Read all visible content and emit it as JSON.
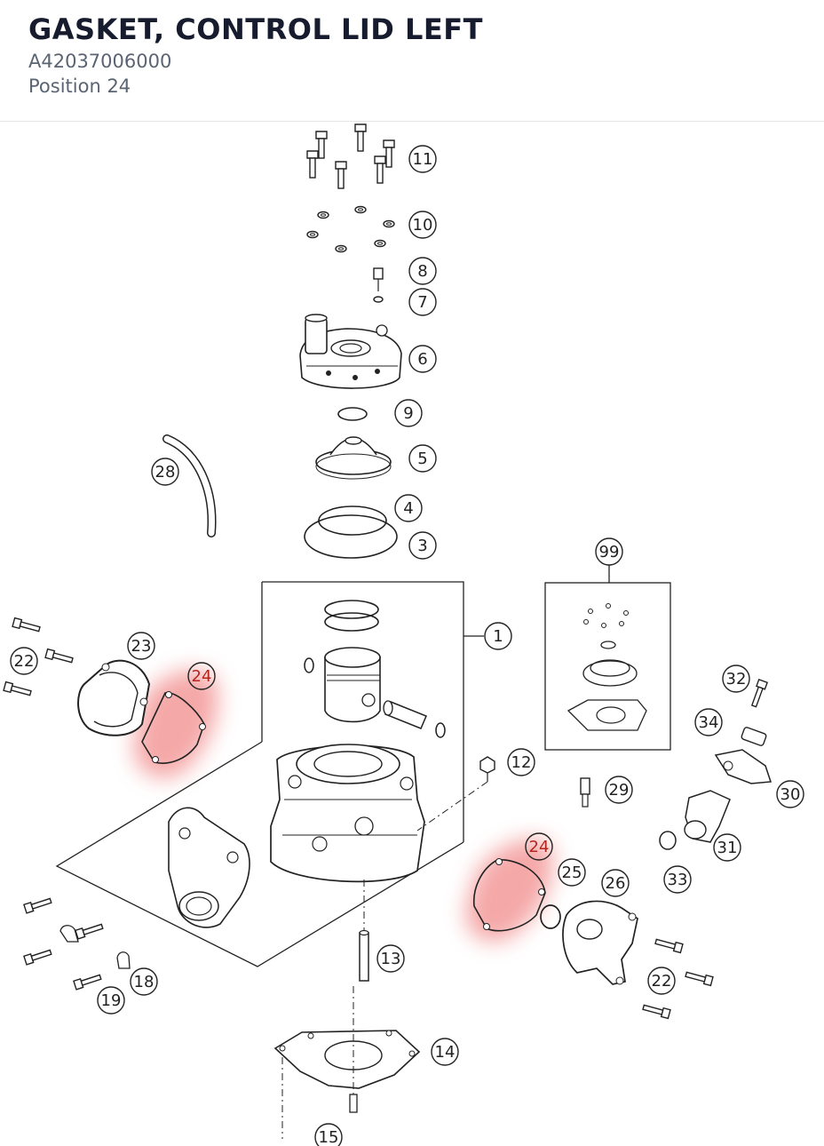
{
  "part": {
    "title": "GASKET, CONTROL LID LEFT",
    "part_number": "A42037006000",
    "position": "Position 24"
  },
  "highlight_color": "#f28b8b",
  "callouts": [
    "11",
    "10",
    "8",
    "7",
    "6",
    "9",
    "5",
    "4",
    "3",
    "28",
    "99",
    "1",
    "23",
    "24",
    "22",
    "12",
    "29",
    "32",
    "34",
    "30",
    "31",
    "33",
    "24",
    "25",
    "26",
    "22",
    "13",
    "18",
    "19",
    "14",
    "15"
  ],
  "icons": [
    "screw-icon",
    "washer-icon",
    "cylinder-head-icon",
    "piston-icon",
    "cylinder-icon",
    "gasket-icon",
    "water-hose-icon",
    "power-valve-cover-icon",
    "exhaust-flange-icon",
    "sensor-icon"
  ]
}
